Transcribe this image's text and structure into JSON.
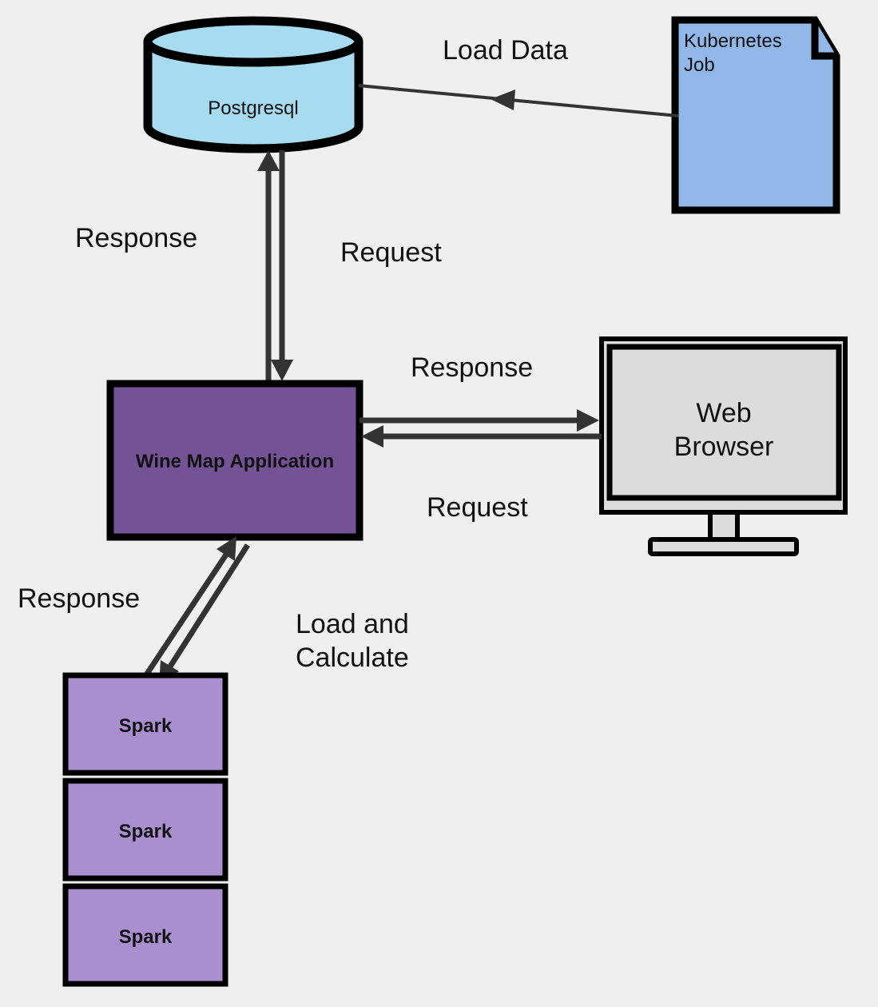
{
  "nodes": {
    "postgres": {
      "label": "Postgresql",
      "icon": "database-cylinder-icon",
      "fill": "#a6dbf0"
    },
    "kubernetes_job": {
      "line1": "Kubernetes",
      "line2": "Job",
      "icon": "document-icon",
      "fill": "#92b8ea"
    },
    "wine_app": {
      "label": "Wine Map Application",
      "fill": "#735296"
    },
    "web_browser": {
      "line1": "Web",
      "line2": "Browser",
      "icon": "monitor-icon",
      "fill": "#dcdcdc"
    },
    "spark_nodes": [
      {
        "label": "Spark"
      },
      {
        "label": "Spark"
      },
      {
        "label": "Spark"
      }
    ],
    "spark_fill": "#a98fd0"
  },
  "edges": {
    "load_data": "Load Data",
    "db_response": "Response",
    "db_request": "Request",
    "browser_response": "Response",
    "browser_request": "Request",
    "spark_response": "Response",
    "load_calc_line1": "Load and",
    "load_calc_line2": "Calculate"
  },
  "colors": {
    "background": "#efefef",
    "stroke": "#000000",
    "arrow": "#333333"
  }
}
